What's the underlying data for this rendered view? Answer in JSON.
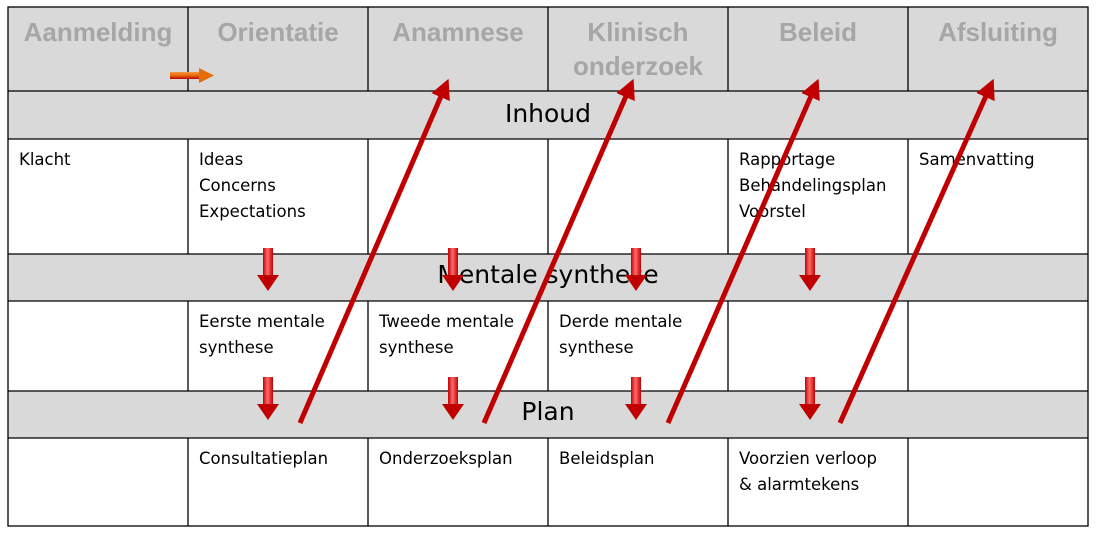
{
  "header": {
    "columns": [
      "Aanmelding",
      "Orientatie",
      "Anamnese",
      "Klinisch\nonderzoek",
      "Beleid",
      "Afsluiting"
    ]
  },
  "bands": {
    "inhoud": "Inhoud",
    "mentale_synthese": "Mentale synthese",
    "plan": "Plan"
  },
  "rows": {
    "inhoud": [
      "Klacht",
      "Ideas\nConcerns\nExpectations",
      "",
      "",
      "Rapportage\nBehandelingsplan\nVoorstel",
      "Samenvatting"
    ],
    "mentale_synthese": [
      "",
      "Eerste mentale\nsynthese",
      "Tweede mentale\nsynthese",
      "Derde mentale\nsynthese",
      "",
      ""
    ],
    "plan": [
      "",
      "Consultatieplan",
      "Onderzoeksplan",
      "Beleidsplan",
      "Voorzien verloop\n& alarmtekens",
      ""
    ]
  },
  "colors": {
    "header_fill": "#d9d9d9",
    "header_text": "#a6a6a6",
    "grid_line": "#000000",
    "arrow_red": "#c00000",
    "orange_arrow": "#e46c0a"
  }
}
